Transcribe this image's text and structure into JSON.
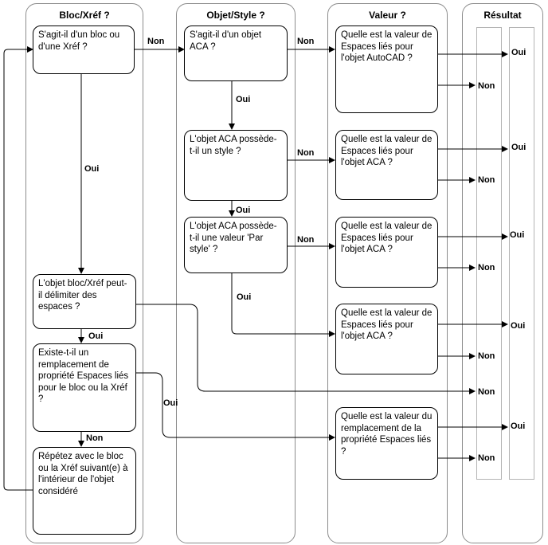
{
  "lanes": [
    {
      "title": "Bloc/Xréf ?"
    },
    {
      "title": "Objet/Style ?"
    },
    {
      "title": "Valeur ?"
    },
    {
      "title": "Résultat"
    }
  ],
  "boxes": {
    "b1": "S'agit-il d'un bloc ou d'une Xréf ?",
    "b2": "L'objet bloc/Xréf peut-il délimiter des espaces ?",
    "b3": "Existe-t-il un remplacement de propriété Espaces liés pour le bloc ou la Xréf ?",
    "b4": "Répétez avec le bloc ou la Xréf suivant(e) à l'intérieur de l'objet considéré",
    "o1": "S'agit-il d'un objet ACA ?",
    "o2": "L'objet ACA possède-t-il un style ?",
    "o3": "L'objet ACA  possède-t-il une valeur 'Par style' ?",
    "v1": "Quelle est la valeur de Espaces liés pour l'objet AutoCAD ?",
    "v2": "Quelle est la valeur de Espaces liés pour l'objet ACA ?",
    "v3": "Quelle est la valeur de Espaces liés pour l'objet ACA ?",
    "v4": "Quelle est la valeur de Espaces liés pour l'objet ACA ?",
    "v5": "Quelle est la valeur du remplacement de la propriété Espaces liés ?"
  },
  "labels": {
    "oui": "Oui",
    "non": "Non"
  }
}
